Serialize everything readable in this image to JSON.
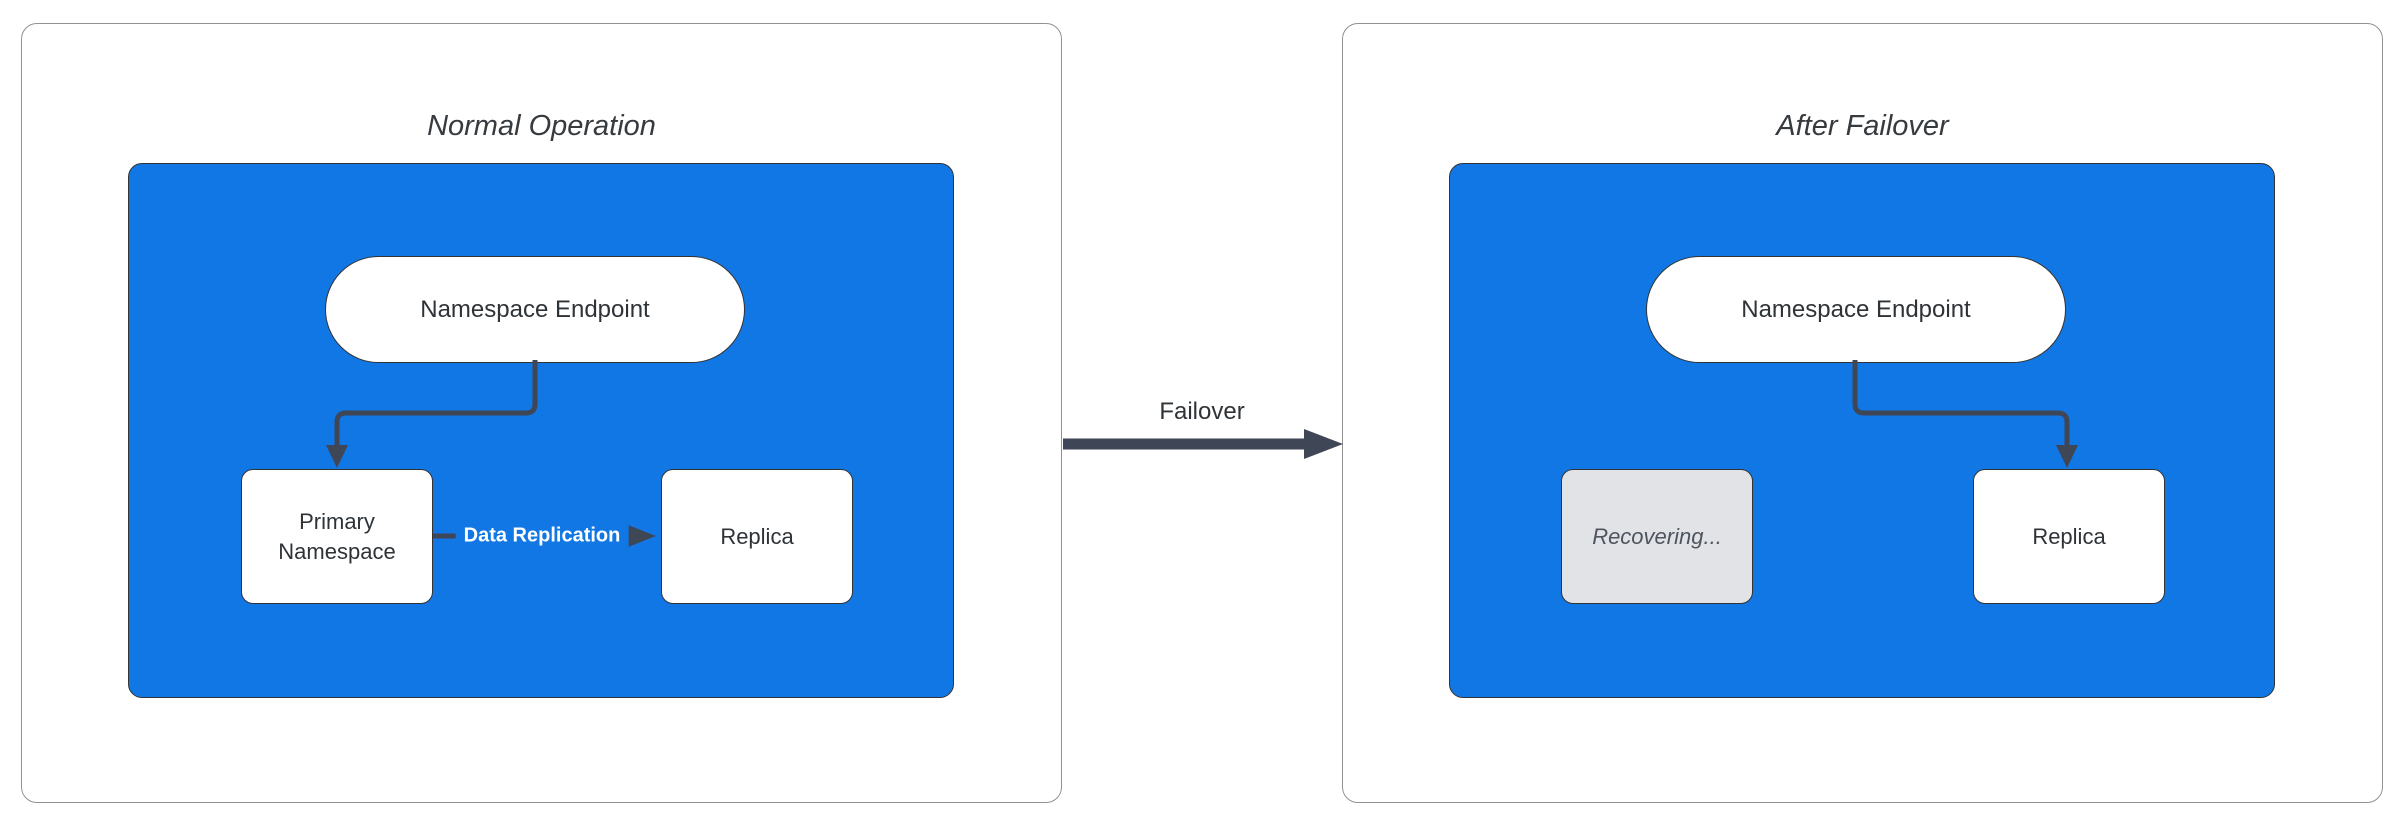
{
  "diagram": {
    "failover_edge_label": "Failover",
    "panels": {
      "left": {
        "title": "Normal Operation",
        "endpoint_label": "Namespace Endpoint",
        "primary_label": "Primary Namespace",
        "replica_label": "Replica",
        "replication_edge_label": "Data Replication"
      },
      "right": {
        "title": "After Failover",
        "endpoint_label": "Namespace Endpoint",
        "recovering_label": "Recovering...",
        "replica_label": "Replica"
      }
    }
  },
  "colors": {
    "container_fill": "#1177e4",
    "node_fill": "#ffffff",
    "node_border": "#333333",
    "edge_stroke": "#3f4656",
    "edge_label_text": "#ffffff",
    "recovering_fill": "#e2e3e7",
    "recovering_text": "#4e555e",
    "panel_border": "#919191",
    "title_text": "#363b40"
  }
}
